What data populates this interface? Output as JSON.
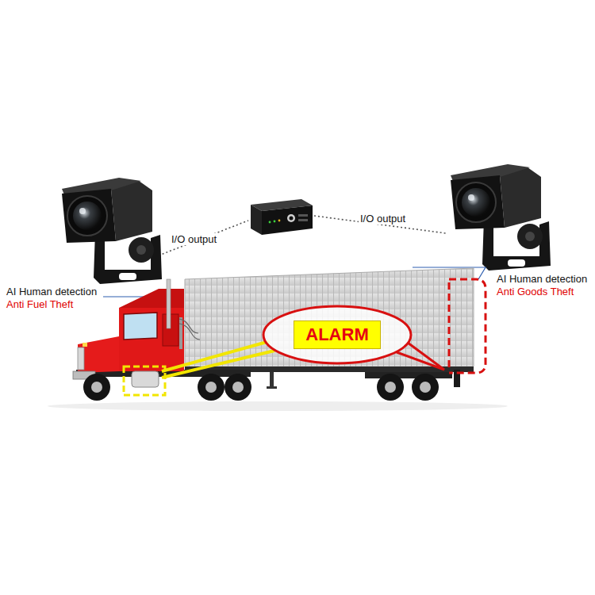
{
  "diagram": {
    "nodes": [
      {
        "text": [
          "ALARM"
        ]
      }
    ],
    "labels": [
      "I/O output",
      "I/O output",
      "AI Human detection",
      "Anti Fuel Theft",
      "AI Human detection",
      "Anti Goods Theft"
    ]
  }
}
